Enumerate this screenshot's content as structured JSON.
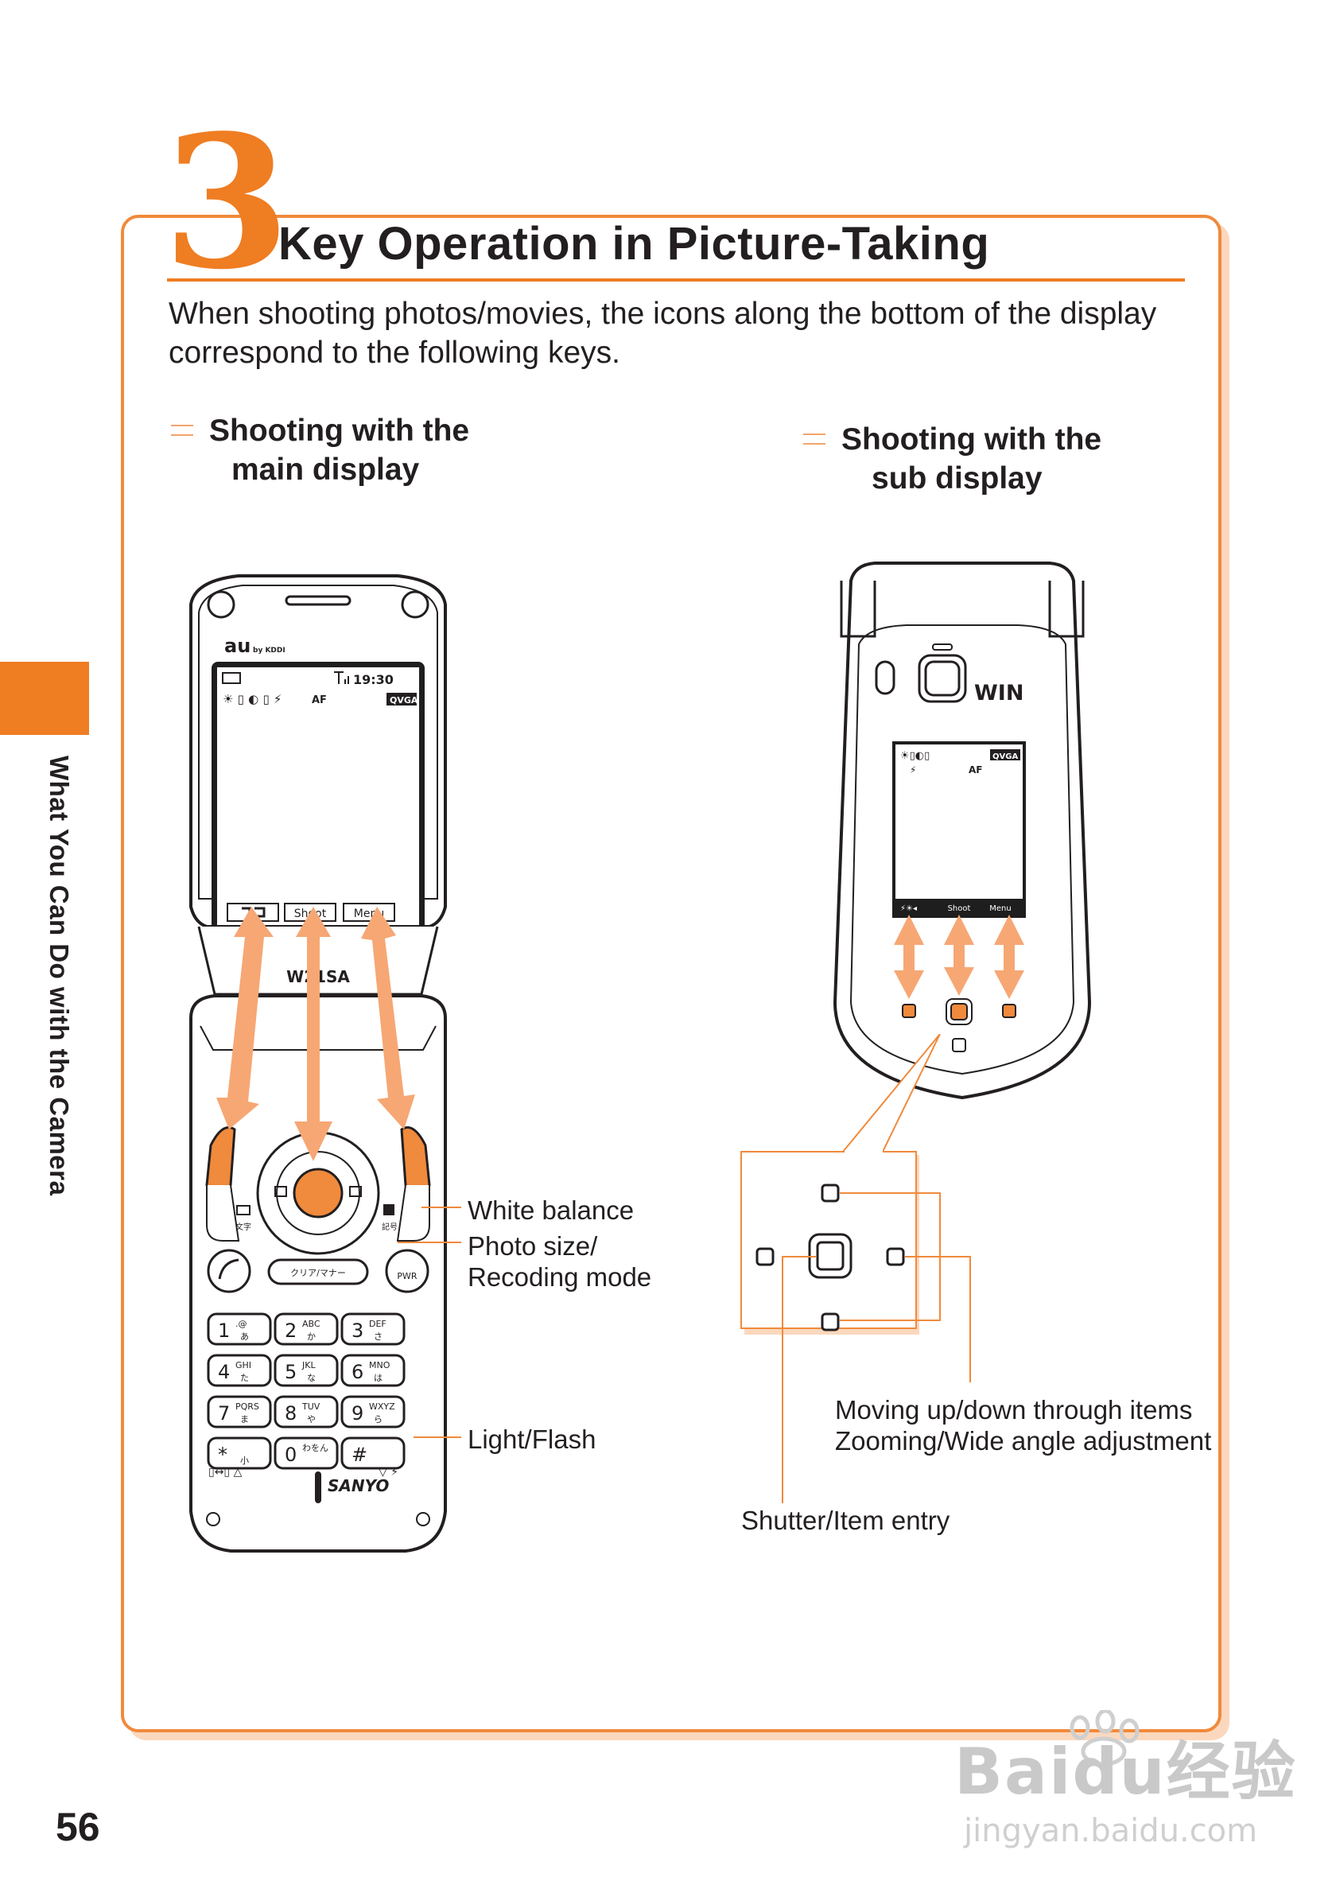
{
  "section": {
    "number": "3",
    "title": "Key Operation in Picture-Taking",
    "intro_line1": "When shooting photos/movies, the icons along the bottom of the display",
    "intro_line2": "correspond to the following keys."
  },
  "main_display": {
    "heading_line1": "Shooting with the",
    "heading_line2": "main display",
    "brand_logo": "au",
    "brand_sub": "by KDDI",
    "clock": "19:30",
    "resolution_badge": "QVGA",
    "af_label": "AF",
    "softkeys": [
      "",
      "Shoot",
      "Menu"
    ],
    "model_label": "W21SA",
    "maker_label": "SANYO",
    "left_key_label": "文字",
    "right_key_label": "記号",
    "clear_key": "クリア/マナー",
    "power_key": "PWR",
    "keypad": [
      {
        "digit": "1",
        "letters": ".@",
        "kana": "あ"
      },
      {
        "digit": "2",
        "letters": "ABC",
        "kana": "か"
      },
      {
        "digit": "3",
        "letters": "DEF",
        "kana": "さ"
      },
      {
        "digit": "4",
        "letters": "GHI",
        "kana": "た"
      },
      {
        "digit": "5",
        "letters": "JKL",
        "kana": "な"
      },
      {
        "digit": "6",
        "letters": "MNO",
        "kana": "は"
      },
      {
        "digit": "7",
        "letters": "PQRS",
        "kana": "ま"
      },
      {
        "digit": "8",
        "letters": "TUV",
        "kana": "や"
      },
      {
        "digit": "9",
        "letters": "WXYZ",
        "kana": "ら"
      },
      {
        "digit": "*",
        "letters": "",
        "kana": "小"
      },
      {
        "digit": "0",
        "letters": "わをん",
        "kana": ""
      },
      {
        "digit": "#",
        "letters": "",
        "kana": ""
      }
    ]
  },
  "sub_display": {
    "heading_line1": "Shooting with the",
    "heading_line2": "sub display",
    "brand_label": "WIN",
    "resolution_badge": "QVGA",
    "af_label": "AF",
    "softkeys": [
      "",
      "Shoot",
      "Menu"
    ]
  },
  "callouts": {
    "white_balance": "White balance",
    "photo_size_line1": "Photo size/",
    "photo_size_line2": "Recoding mode",
    "light_flash": "Light/Flash",
    "moving_line1": "Moving up/down through items",
    "moving_line2": "Zooming/Wide angle adjustment",
    "shutter": "Shutter/Item entry"
  },
  "side_tab": "What You Can Do with the Camera",
  "page_number": "56",
  "watermark": {
    "brand": "Baidu经验",
    "url": "jingyan.baidu.com"
  },
  "colors": {
    "accent": "#ef7d22",
    "arrow": "#f6a774",
    "rule": "#f08a3c"
  }
}
